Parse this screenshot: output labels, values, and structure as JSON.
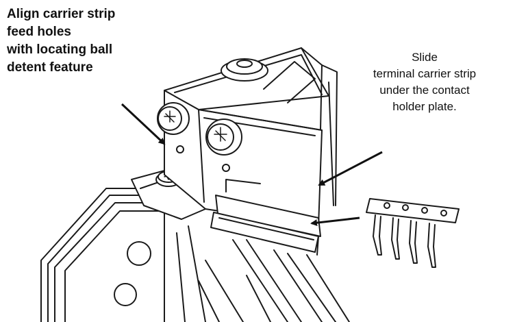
{
  "callout_left": {
    "lines": [
      "Align carrier strip",
      "feed holes",
      "with locating ball",
      "detent feature"
    ]
  },
  "callout_right": {
    "lines": [
      "Slide",
      "terminal carrier strip",
      "under the contact",
      "holder plate."
    ]
  },
  "colors": {
    "line": "#1a1a1a",
    "fill": "#ffffff",
    "text": "#111111"
  }
}
